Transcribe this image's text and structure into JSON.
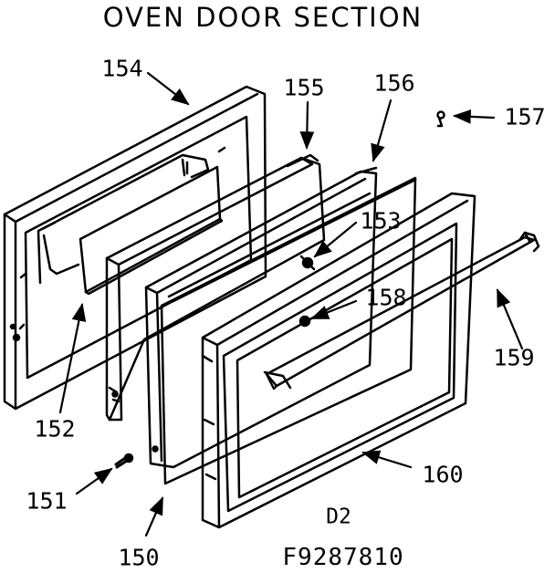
{
  "title": "OVEN DOOR SECTION",
  "section_code": "D2",
  "figure_number": "F9287810",
  "parts": [
    {
      "id": "150",
      "label": "150"
    },
    {
      "id": "151",
      "label": "151"
    },
    {
      "id": "152",
      "label": "152"
    },
    {
      "id": "153",
      "label": "153"
    },
    {
      "id": "154",
      "label": "154"
    },
    {
      "id": "155",
      "label": "155"
    },
    {
      "id": "156",
      "label": "156"
    },
    {
      "id": "157",
      "label": "157"
    },
    {
      "id": "158",
      "label": "158"
    },
    {
      "id": "159",
      "label": "159"
    },
    {
      "id": "160",
      "label": "160"
    }
  ]
}
